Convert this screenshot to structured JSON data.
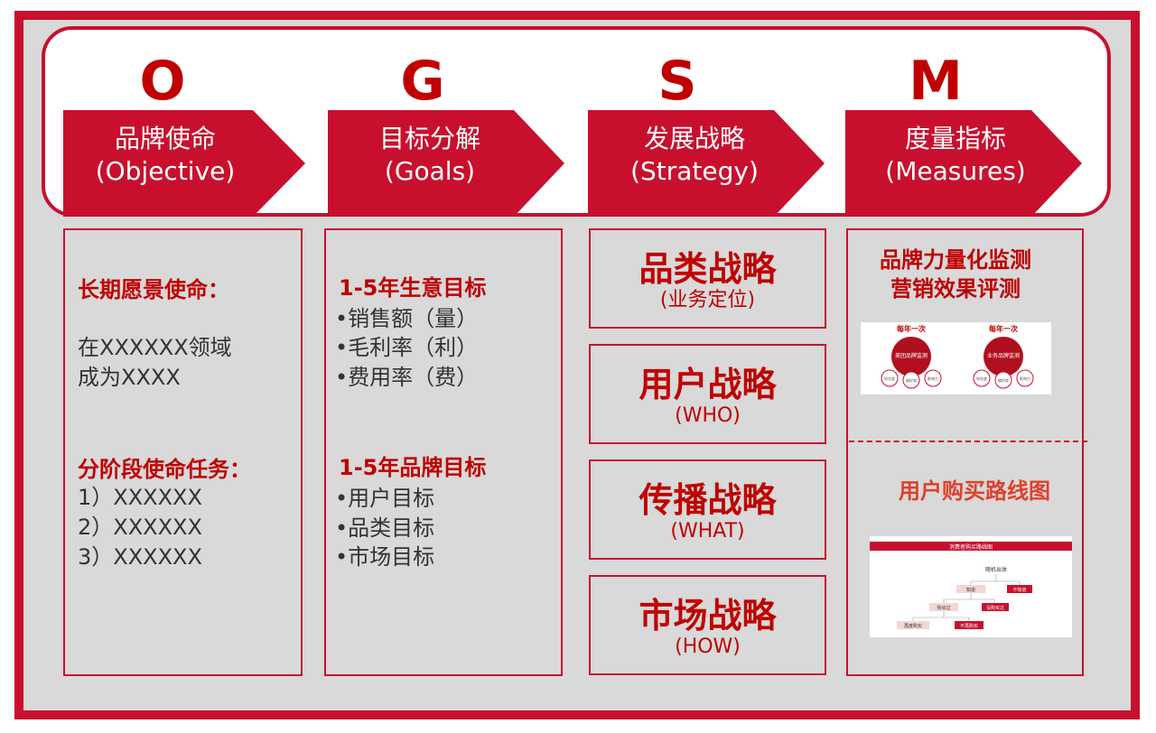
{
  "colors": {
    "accent": "#c8102e",
    "deep_red": "#c00000",
    "panel_bg": "#d9d9d9",
    "text_dark": "#333333"
  },
  "letters": [
    "O",
    "G",
    "S",
    "M"
  ],
  "headers": [
    {
      "title": "品牌使命",
      "subtitle": "(Objective)"
    },
    {
      "title": "目标分解",
      "subtitle": "(Goals)"
    },
    {
      "title": "发展战略",
      "subtitle": "(Strategy)"
    },
    {
      "title": "度量指标",
      "subtitle": "(Measures)"
    }
  ],
  "objective": {
    "vision_heading": "长期愿景使命：",
    "vision_lines": [
      "在XXXXXX领域",
      "成为XXXX"
    ],
    "stage_heading": "分阶段使命任务：",
    "stage_items": [
      "1）XXXXXX",
      "2）XXXXXX",
      "3）XXXXXX"
    ]
  },
  "goals": {
    "business_heading": "1-5年生意目标",
    "business_items": [
      "•销售额（量）",
      "•毛利率（利）",
      "•费用率（费）"
    ],
    "brand_heading": "1-5年品牌目标",
    "brand_items": [
      "•用户目标",
      "•品类目标",
      "•市场目标"
    ]
  },
  "strategy": [
    {
      "title": "品类战略",
      "subtitle": "(业务定位)"
    },
    {
      "title": "用户战略",
      "subtitle": "(WHO)"
    },
    {
      "title": "传播战略",
      "subtitle": "(WHAT)"
    },
    {
      "title": "市场战略",
      "subtitle": "(HOW)"
    }
  ],
  "measures": {
    "heading_lines": [
      "品牌力量化监测",
      "营销效果评测"
    ],
    "thumb1": {
      "circles": [
        {
          "freq": "每年一次",
          "main": "美团品牌监测",
          "subs": [
            "知名度",
            "偏好度",
            "影响力"
          ]
        },
        {
          "freq": "每年一次",
          "main": "业务品牌监测",
          "subs": [
            "知名度",
            "偏好度",
            "影响力"
          ]
        }
      ]
    },
    "journey_title": "用户购买路线图",
    "thumb2": {
      "title": "消费者购买路线图",
      "nodes": [
        "随机出体",
        "知道",
        "不知道",
        "购买过",
        "没购买过",
        "再度购买",
        "不再购买"
      ]
    }
  }
}
